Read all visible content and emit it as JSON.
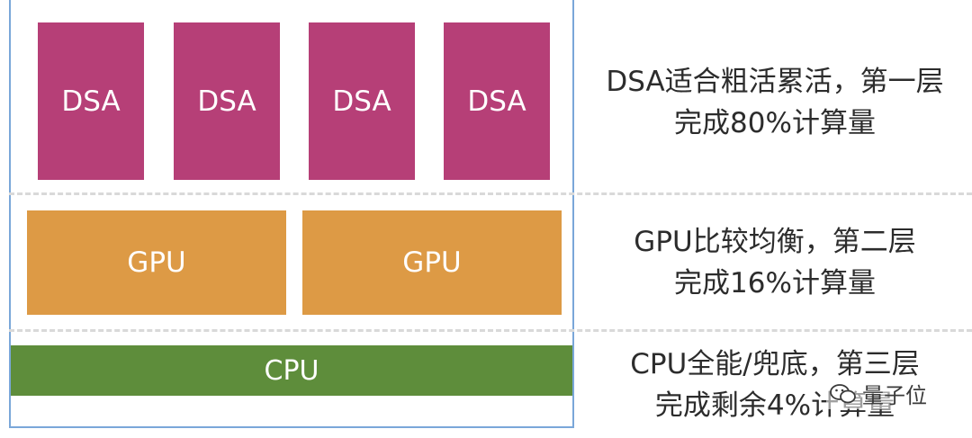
{
  "blocks": {
    "dsa": [
      "DSA",
      "DSA",
      "DSA",
      "DSA"
    ],
    "gpu": [
      "GPU",
      "GPU"
    ],
    "cpu": "CPU"
  },
  "notes": {
    "dsa": {
      "line1": "DSA适合粗活累活，第一层",
      "line2": "完成80%计算量"
    },
    "gpu": {
      "line1": "GPU比较均衡，第二层",
      "line2": "完成16%计算量"
    },
    "cpu": {
      "line1": "CPU全能/兜底，第三层",
      "line2": "完成剩余4%计算量"
    }
  },
  "watermark": {
    "label": "量子位",
    "icon": "wechat-icon"
  },
  "colors": {
    "dsa": "#b63f77",
    "gpu": "#dd9a45",
    "cpu": "#5e8d3b",
    "frame": "#7aa7d9"
  }
}
